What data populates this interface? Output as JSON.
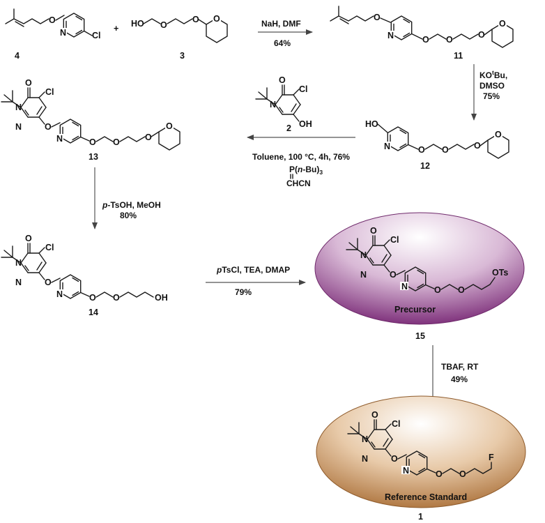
{
  "atoms": {
    "O": "O",
    "N": "N",
    "Cl": "Cl",
    "HO": "HO",
    "OH": "OH",
    "OTs": "OTs",
    "F": "F",
    "P": "P",
    "CHCN": "CHCN"
  },
  "compounds": {
    "c4": "4",
    "c3": "3",
    "c11": "11",
    "c2": "2",
    "c12": "12",
    "c13": "13",
    "c14": "14",
    "c15": "15",
    "c1": "1"
  },
  "plus": "+",
  "conditions": {
    "step1_reagent": "NaH, DMF",
    "step1_yield": "64%",
    "step2_reagent_a": "KO",
    "step2_reagent_sup": "t",
    "step2_reagent_b": "Bu,",
    "step2_solvent": "DMSO",
    "step2_yield": "75%",
    "step3_line1": "Toluene, 100 °C, 4h, 76%",
    "step3_phos_a": "P(",
    "step3_phos_n": "n",
    "step3_phos_b": "-Bu)",
    "step3_phos_sub": "3",
    "step4_p": "p",
    "step4_reagent": "-TsOH, MeOH",
    "step4_yield": "80%",
    "step5_p": "p",
    "step5_reagent": "TsCl, TEA, DMAP",
    "step5_yield": "79%",
    "step6_reagent": "TBAF, RT",
    "step6_yield": "49%"
  },
  "highlights": {
    "precursor_label": "Precursor",
    "reference_label": "Reference Standard",
    "precursor_color": "#8a3f85",
    "reference_color": "#b07a3f"
  }
}
